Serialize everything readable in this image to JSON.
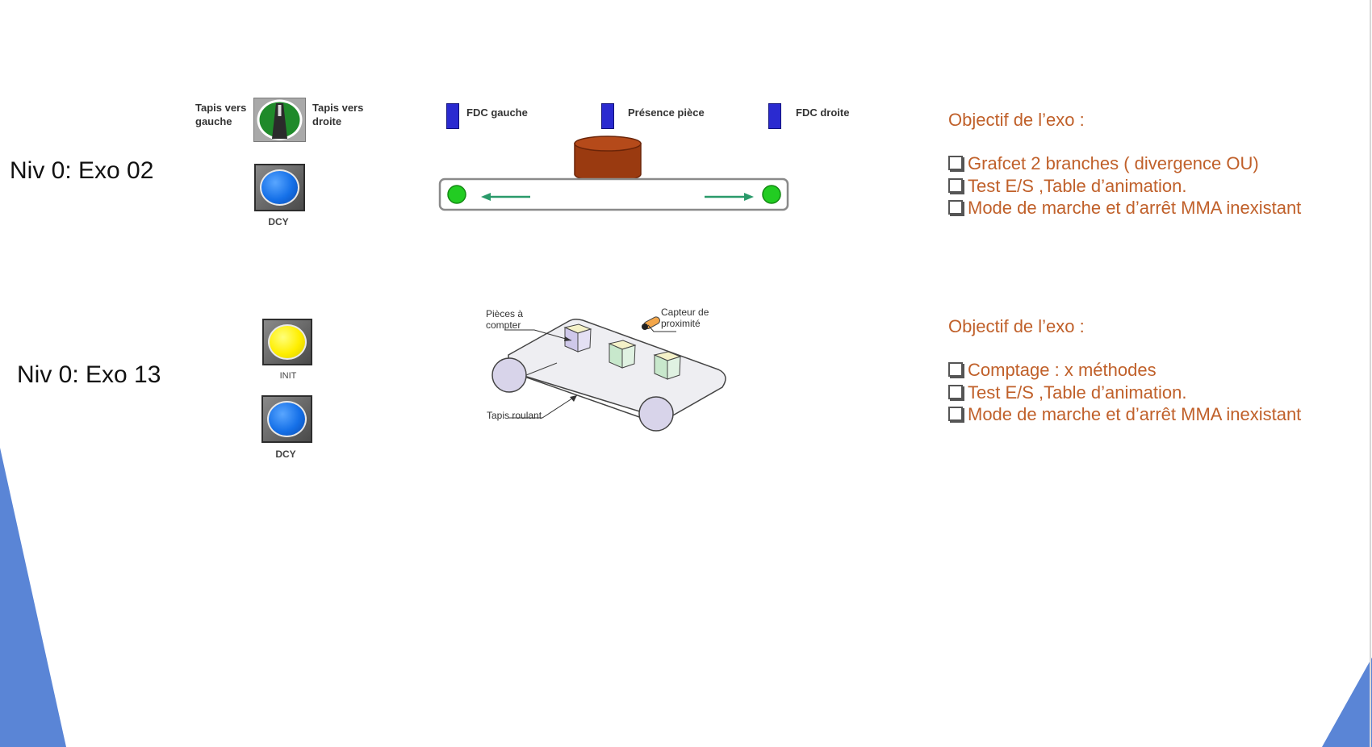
{
  "exercise_1": {
    "title": "Niv 0: Exo 02",
    "selector_left_label": "Tapis vers\ngauche",
    "selector_right_label": "Tapis vers\ndroite",
    "button_caption": "DCY",
    "sensors": {
      "left": "FDC gauche",
      "middle": "Présence pièce",
      "right": "FDC droite"
    },
    "objective_title": "Objectif de l’exo :",
    "objectives": [
      "Grafcet 2 branches ( divergence OU)",
      "Test E/S ,Table d’animation.",
      "Mode de marche et d’arrêt MMA inexistant"
    ]
  },
  "exercise_2": {
    "title": "Niv 0: Exo 13",
    "init_caption": "INIT",
    "dcy_caption": "DCY",
    "labels": {
      "pieces": "Pièces à\ncompter",
      "sensor": "Capteur de\nproximité",
      "belt": "Tapis roulant"
    },
    "objective_title": "Objectif de l’exo :",
    "objectives": [
      "Comptage : x méthodes",
      "Test E/S ,Table d’animation.",
      "Mode de marche et d’arrêt MMA inexistant"
    ]
  },
  "colors": {
    "accent_text": "#c0602a",
    "corner_decoration": "#5a85d6",
    "sensor_blue": "#2a2ad0",
    "piece_brown": "#9a3a10",
    "indicator_green": "#22cc22"
  }
}
